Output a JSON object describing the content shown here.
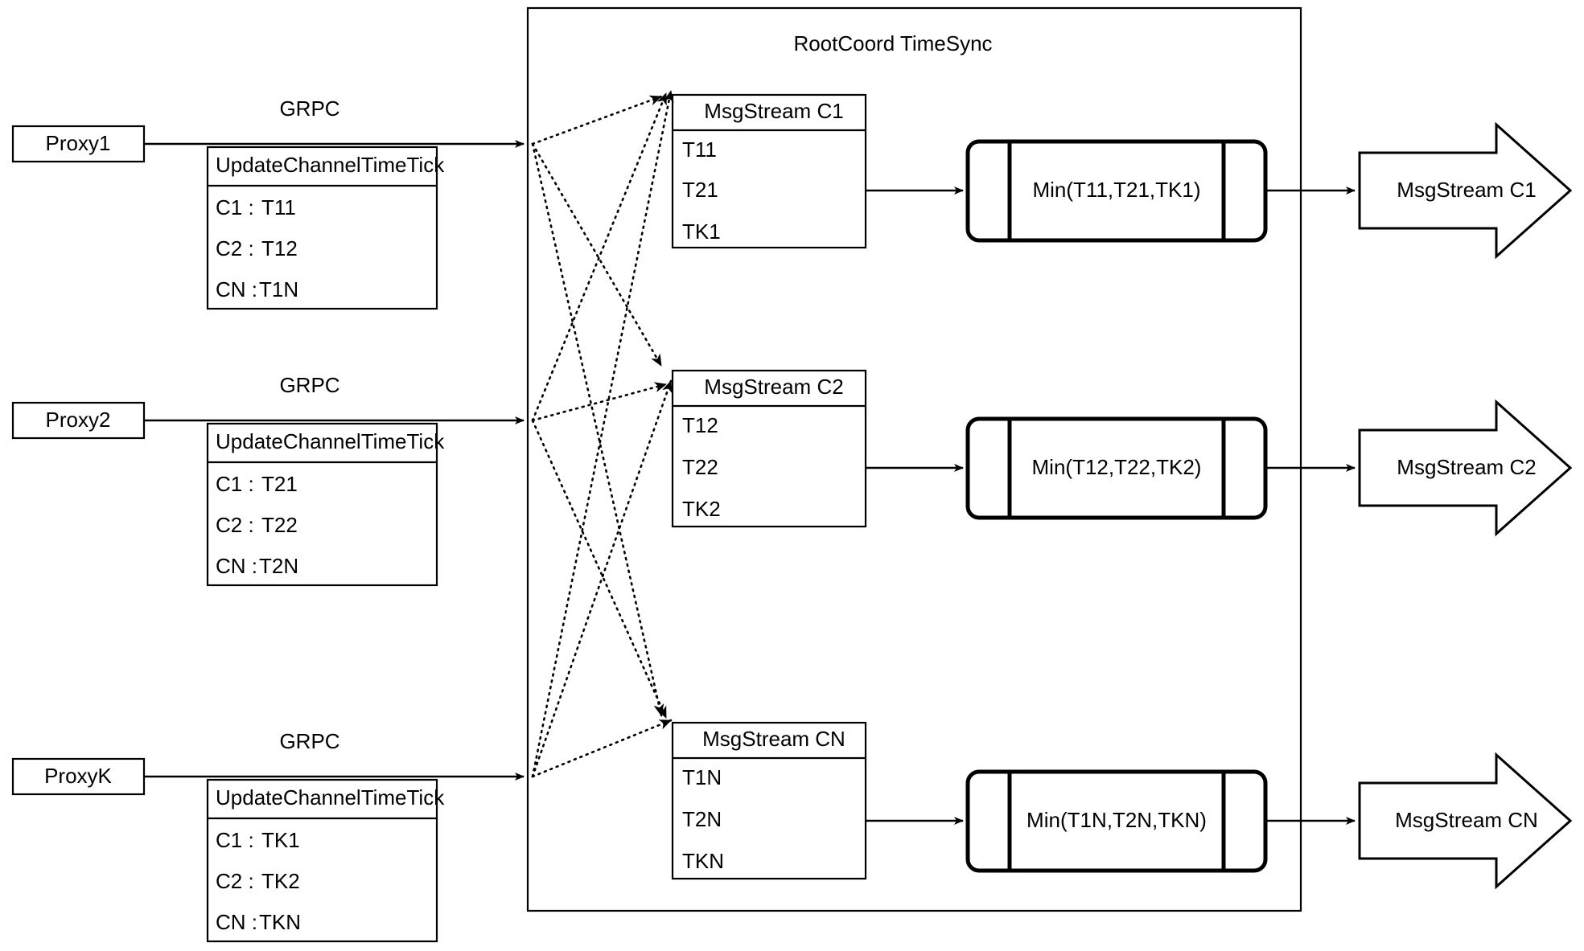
{
  "diagram": {
    "title": "RootCoord TimeSync",
    "container_label": "RootCoord TimeSync",
    "link_label": "GRPC",
    "proxies": [
      {
        "name": "Proxy1",
        "link_label": "GRPC",
        "request": {
          "header": "UpdateChannelTimeTick",
          "rows": [
            {
              "channel": "C1 :",
              "timestamp": "T11"
            },
            {
              "channel": "C2 :",
              "timestamp": "T12"
            },
            {
              "channel": "CN :",
              "timestamp": "T1N"
            }
          ]
        }
      },
      {
        "name": "Proxy2",
        "link_label": "GRPC",
        "request": {
          "header": "UpdateChannelTimeTick",
          "rows": [
            {
              "channel": "C1 :",
              "timestamp": "T21"
            },
            {
              "channel": "C2 :",
              "timestamp": "T22"
            },
            {
              "channel": "CN :",
              "timestamp": "T2N"
            }
          ]
        }
      },
      {
        "name": "ProxyK",
        "link_label": "GRPC",
        "request": {
          "header": "UpdateChannelTimeTick",
          "rows": [
            {
              "channel": "C1 :",
              "timestamp": "TK1"
            },
            {
              "channel": "C2 :",
              "timestamp": "TK2"
            },
            {
              "channel": "CN :",
              "timestamp": "TKN"
            }
          ]
        }
      }
    ],
    "channels": [
      {
        "stream_header": "MsgStream C1",
        "ticks": [
          "T11",
          "T21",
          "TK1"
        ],
        "process_label": "Min(T11,T21,TK1)",
        "output_label": "MsgStream C1"
      },
      {
        "stream_header": "MsgStream C2",
        "ticks": [
          "T12",
          "T22",
          "TK2"
        ],
        "process_label": "Min(T12,T22,TK2)",
        "output_label": "MsgStream C2"
      },
      {
        "stream_header": "MsgStream CN",
        "ticks": [
          "T1N",
          "T2N",
          "TKN"
        ],
        "process_label": "Min(T1N,T2N,TKN)",
        "output_label": "MsgStream CN"
      }
    ],
    "colors": {
      "stroke": "#000000",
      "fill": "#ffffff",
      "background": "#ffffff"
    }
  }
}
